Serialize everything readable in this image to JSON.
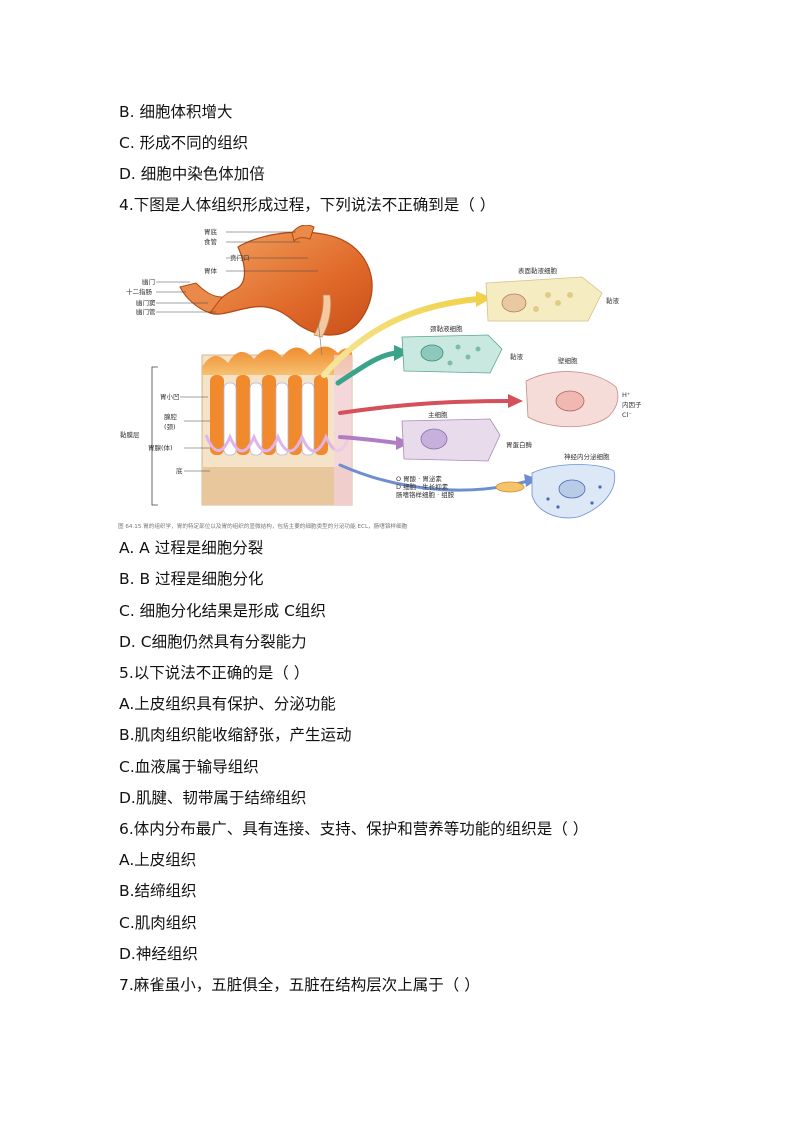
{
  "q3_options": {
    "B": "B.   细胞体积增大",
    "C": "C. 形成不同的组织",
    "D": "D. 细胞中染色体加倍"
  },
  "q4": {
    "stem": "4.下图是人体组织形成过程，下列说法不正确到是（          ）",
    "figure": {
      "stomach_labels": [
        "胃底",
        "食管",
        "贲门口",
        "胃体",
        "幽门",
        "十二指肠",
        "幽门窦",
        "幽门管"
      ],
      "wall_labels": [
        "胃小凹",
        "腺腔",
        "(颈)",
        "胃腺(体)",
        "底",
        "黏膜层"
      ],
      "cell_labels": [
        "颈黏液细胞",
        "表面黏液细胞",
        "壁细胞",
        "主细胞",
        "神经内分泌细胞"
      ],
      "annotations": [
        "黏液",
        "黏液",
        "H⁺",
        "内因子",
        "Cl⁻",
        "胃蛋白酶",
        "O 胃酸 · 胃泌素",
        "D 细胞 · 生长抑素",
        "肠嗜铬样细胞 · 组胺"
      ],
      "caption": "图 64.15  胃的组织学，胃的特定部位以及胃的组织的显微结构，包括主要的细胞类型的分泌功能 ECL，肠嗜铬样细胞"
    },
    "options": {
      "A": "A. A 过程是细胞分裂",
      "B": "B. B 过程是细胞分化",
      "C": "C.  细胞分化结果是形成 C组织",
      "D": "D. C细胞仍然具有分裂能力"
    }
  },
  "q5": {
    "stem": "5.以下说法不正确的是（      ）",
    "options": {
      "A": "A.上皮组织具有保护、分泌功能",
      "B": "B.肌肉组织能收缩舒张，产生运动",
      "C": "C.血液属于输导组织",
      "D": "D.肌腱、韧带属于结缔组织"
    }
  },
  "q6": {
    "stem": "6.体内分布最广、具有连接、支持、保护和营养等功能的组织是（    ）",
    "options": {
      "A": "A.上皮组织",
      "B": "B.结缔组织",
      "C": "C.肌肉组织",
      "D": "D.神经组织"
    }
  },
  "q7": {
    "stem": "7.麻雀虽小，五脏俱全，五脏在结构层次上属于（      ）"
  }
}
